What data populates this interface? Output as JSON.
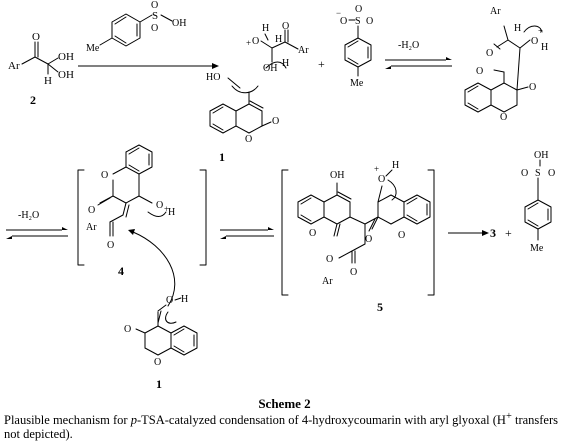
{
  "labels": {
    "cmpd2": "2",
    "cmpd1a": "1",
    "cmpd1b": "1",
    "cmpd4": "4",
    "cmpd5": "5",
    "cmpd3": "3"
  },
  "atoms": {
    "Ar": "Ar",
    "O": "O",
    "OH": "OH",
    "HO": "HO",
    "H": "H",
    "Me": "Me",
    "S": "S",
    "plus": "+",
    "minus": "−",
    "OminusH": "O",
    "Ostar": "O"
  },
  "arrows": {
    "minus_water_1": "-H₂O",
    "minus_water_2": "-H₂O",
    "plus_sign_1": "+",
    "plus_sign_2": "+"
  },
  "caption": {
    "title": "Scheme 2",
    "text_prefix": "Plausible mechanism for ",
    "text_italic": "p",
    "text_suffix": "-TSA-catalyzed condensation of 4-hydroxycoumarin with aryl glyoxal (H",
    "text_sup": "+",
    "text_end": " transfers not depicted)."
  }
}
